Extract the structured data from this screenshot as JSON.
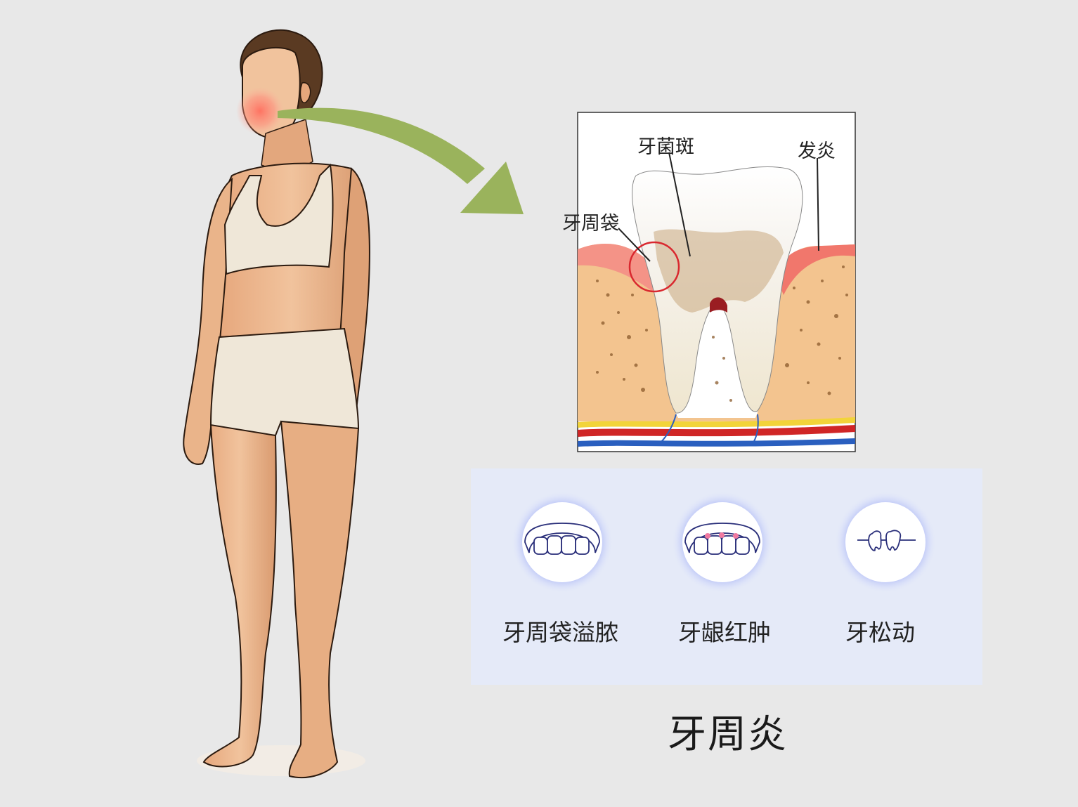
{
  "labels": {
    "plaque": "牙菌斑",
    "inflammation": "发炎",
    "pocket": "牙周袋"
  },
  "symptoms": [
    {
      "label": "牙周袋溢脓",
      "icon": "teeth-row-icon"
    },
    {
      "label": "牙龈红肿",
      "icon": "swollen-gums-icon"
    },
    {
      "label": "牙松动",
      "icon": "loose-tooth-icon"
    }
  ],
  "title": "牙周炎",
  "colors": {
    "background": "#e8e8e8",
    "arrow": "#9ab35c",
    "bone": "#f3c48f",
    "gum": "#f08080",
    "highlight-circle": "#d9282f",
    "panel": "#e5eaf8"
  }
}
